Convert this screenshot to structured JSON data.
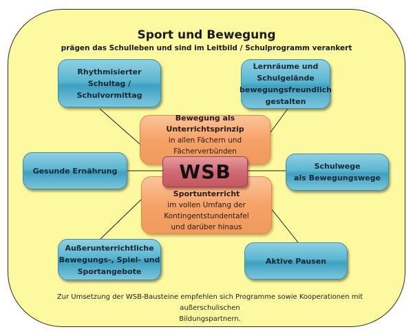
{
  "title": "Sport und Bewegung",
  "subtitle": "prägen das Schulleben und sind im Leitbild / Schulprogramm verankert",
  "center": {
    "label": "WSB"
  },
  "core_boxes": [
    {
      "head": "Bewegung als Unterrichtsprinzip",
      "lines": [
        "in allen Fächern und",
        "Fächerverbünden"
      ]
    },
    {
      "head": "Sportunterricht",
      "lines": [
        "im vollen Umfang der",
        "Kontingentstundentafel",
        "und darüber hinaus"
      ]
    }
  ],
  "outer_boxes": [
    {
      "lines": [
        "Rhythmisierter Schultag /",
        "Schulvormittag"
      ]
    },
    {
      "lines": [
        "Lernräume und",
        "Schulgelände",
        "bewegungsfreundlich",
        "gestalten"
      ]
    },
    {
      "lines": [
        "Gesunde Ernährung"
      ]
    },
    {
      "lines": [
        "Schulwege",
        "als Bewegungswege"
      ]
    },
    {
      "lines": [
        "Außerunterrichtliche",
        "Bewegungs-, Spiel- und",
        "Sportangebote"
      ]
    },
    {
      "lines": [
        "Aktive Pausen"
      ]
    }
  ],
  "footer": [
    "Zur Umsetzung der WSB-Bausteine empfehlen sich Programme sowie Kooperationen mit außerschulischen",
    "Bildungspartnern."
  ]
}
